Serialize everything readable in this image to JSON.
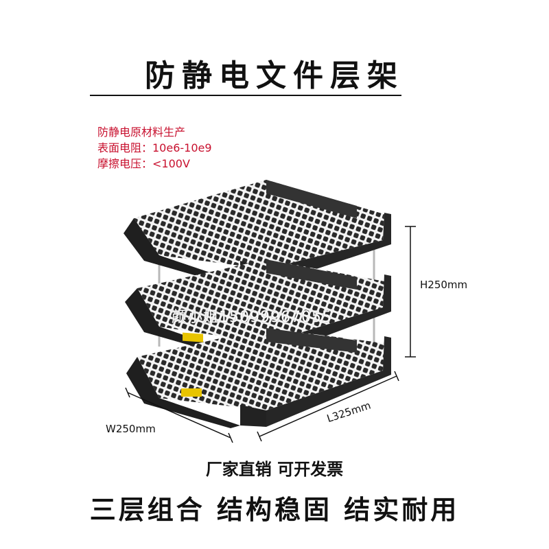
{
  "title": "防静电文件层架",
  "specs": [
    "防静电原材料生产",
    "表面电阻：10e6-10e9",
    "摩擦电压：<100V"
  ],
  "dimensions": {
    "height": "H250mm",
    "width": "W250mm",
    "length": "L325mm"
  },
  "watermark": "颜小姐15099967055",
  "footer": {
    "factory_line": "厂家直销 可开发票",
    "slogan": "三层组合  结构稳固  结实耐用"
  },
  "colors": {
    "spec_text": "#c8102e",
    "tray": "#2a2a2a",
    "text": "#111111"
  }
}
